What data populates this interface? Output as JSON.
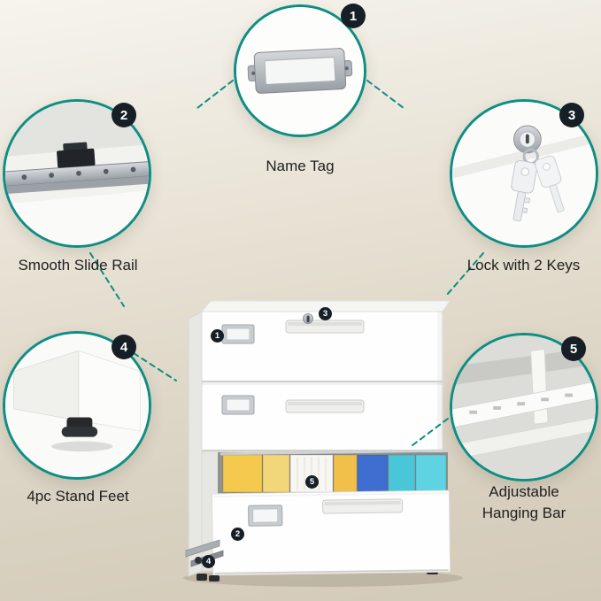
{
  "theme": {
    "accent_teal": "#0e8e83",
    "badge_color": "#161e26",
    "background_top": "#f6f4ee",
    "background_bottom": "#d3cab9",
    "cabinet_white": "#fefefe"
  },
  "callouts": [
    {
      "id": "1",
      "label": "Name Tag",
      "image": "name-tag"
    },
    {
      "id": "2",
      "label": "Smooth Slide Rail",
      "image": "slide-rail"
    },
    {
      "id": "3",
      "label": "Lock with 2 Keys",
      "image": "lock-with-keys"
    },
    {
      "id": "4",
      "label": "4pc Stand Feet",
      "image": "stand-feet"
    },
    {
      "id": "5",
      "label": "Adjustable Hanging Bar",
      "image": "hanging-bar"
    }
  ],
  "cabinet": {
    "drawer_count": 3,
    "folder_colors": [
      "#f5c94e",
      "#f3d57a",
      "#f7f6f2",
      "#f0c04a",
      "#3d6ed0",
      "#49c7d9",
      "#5fd3e2"
    ]
  }
}
